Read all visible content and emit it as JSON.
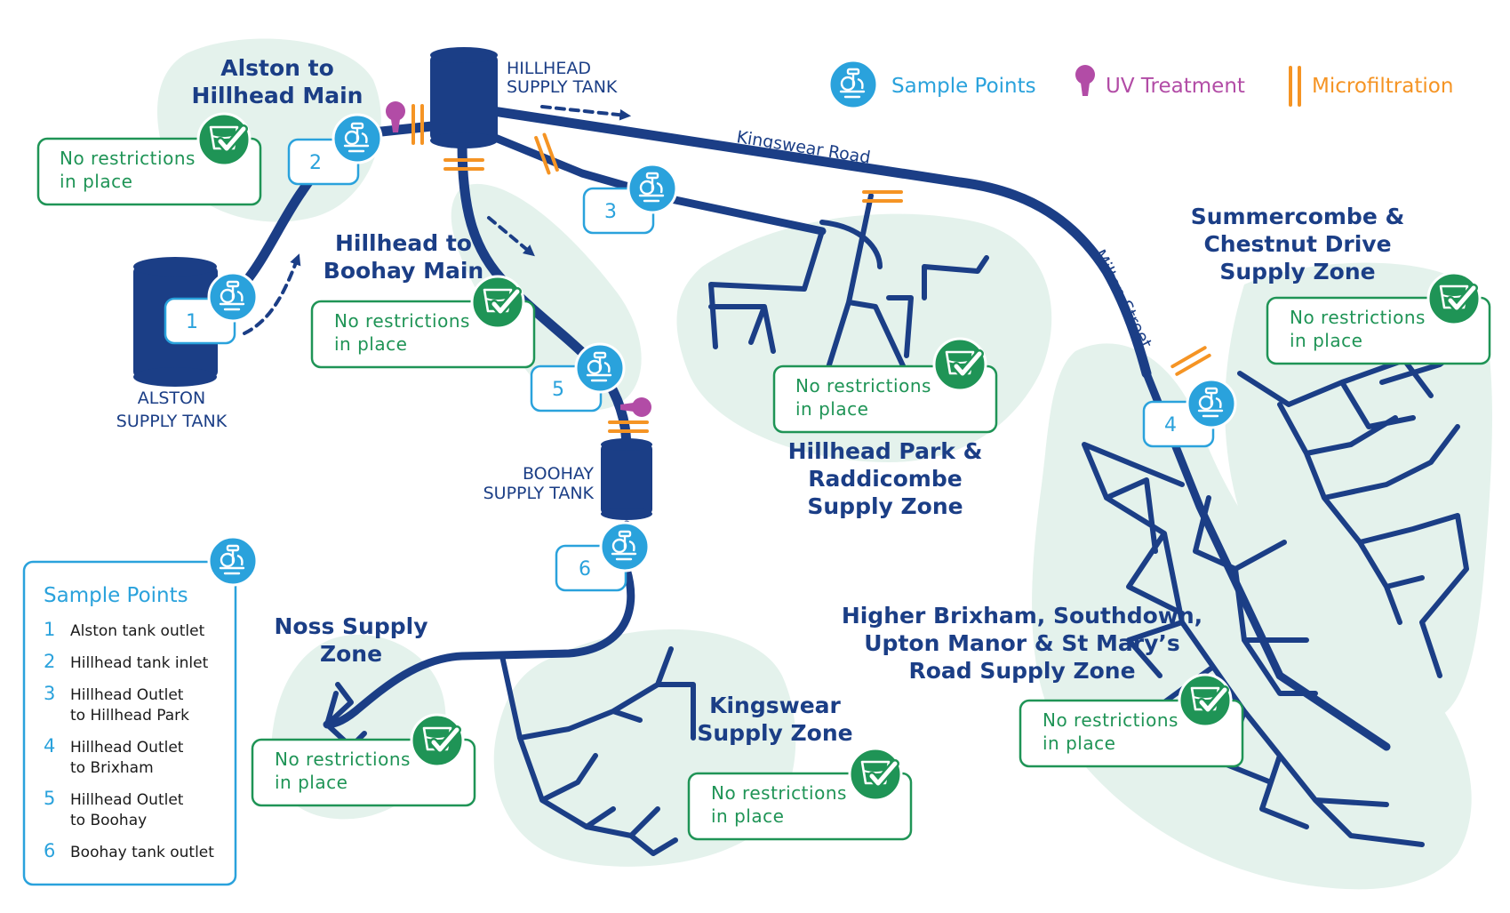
{
  "legend": {
    "sample_points": "Sample Points",
    "uv_treatment": "UV Treatment",
    "microfiltration": "Microfiltration"
  },
  "colors": {
    "pipe": "#1b3e86",
    "zone_fill": "#e4f2ec",
    "status": "#1f9456",
    "sample": "#2aa2dc",
    "uv": "#b24ca6",
    "microfiltration": "#f59424"
  },
  "tanks": {
    "alston": [
      "ALSTON",
      "SUPPLY TANK"
    ],
    "hillhead": [
      "HILLHEAD",
      "SUPPLY TANK"
    ],
    "boohay": [
      "BOOHAY",
      "SUPPLY TANK"
    ]
  },
  "roads": {
    "kingswear_road": "Kingswear Road",
    "milton_street": "Milton Street"
  },
  "zones": {
    "alston_hillhead": [
      "Alston to",
      "Hillhead Main"
    ],
    "hillhead_boohay": [
      "Hillhead to",
      "Boohay Main"
    ],
    "hillhead_park": [
      "Hillhead Park &",
      "Raddicombe",
      "Supply Zone"
    ],
    "summercombe": [
      "Summercombe &",
      "Chestnut Drive",
      "Supply Zone"
    ],
    "higher_brixham": [
      "Higher Brixham, Southdown,",
      "Upton Manor & St Mary’s",
      "Road Supply Zone"
    ],
    "noss": [
      "Noss Supply",
      "Zone"
    ],
    "kingswear": [
      "Kingswear",
      "Supply Zone"
    ]
  },
  "status": {
    "line1": "No restrictions",
    "line2": "in place"
  },
  "sample_numbers": [
    "1",
    "2",
    "3",
    "4",
    "5",
    "6"
  ],
  "sample_panel": {
    "title": "Sample Points",
    "items": [
      {
        "num": "1",
        "lines": [
          "Alston tank outlet"
        ]
      },
      {
        "num": "2",
        "lines": [
          "Hillhead tank inlet"
        ]
      },
      {
        "num": "3",
        "lines": [
          "Hillhead Outlet",
          "to Hillhead Park"
        ]
      },
      {
        "num": "4",
        "lines": [
          "Hillhead Outlet",
          "to Brixham"
        ]
      },
      {
        "num": "5",
        "lines": [
          "Hillhead Outlet",
          "to Boohay"
        ]
      },
      {
        "num": "6",
        "lines": [
          "Boohay tank outlet"
        ]
      }
    ]
  }
}
